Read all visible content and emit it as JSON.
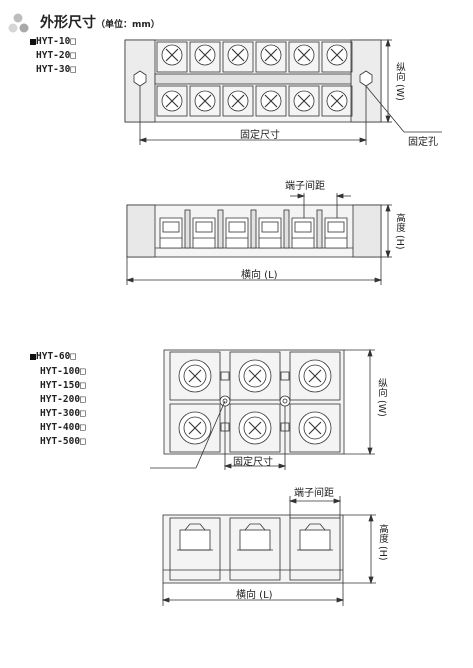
{
  "header": {
    "title": "外形尺寸",
    "unit_note": "（单位：mm）"
  },
  "group1": {
    "models": [
      "HYT-10□",
      "HYT-20□",
      "HYT-30□"
    ],
    "labels": {
      "fix_size": "固定尺寸",
      "fix_hole": "固定孔",
      "longitudinal": "纵向 (W)",
      "terminal_pitch": "端子间距",
      "height": "高度 (H)",
      "horizontal": "横向 (L)"
    }
  },
  "group2": {
    "models": [
      "HYT-60□",
      "HYT-100□",
      "HYT-150□",
      "HYT-200□",
      "HYT-300□",
      "HYT-400□",
      "HYT-500□"
    ],
    "labels": {
      "fix_size": "固定尺寸",
      "longitudinal": "纵向 (W)",
      "terminal_pitch": "端子间距",
      "height": "高度 (H)",
      "horizontal": "横向 (L)"
    }
  }
}
